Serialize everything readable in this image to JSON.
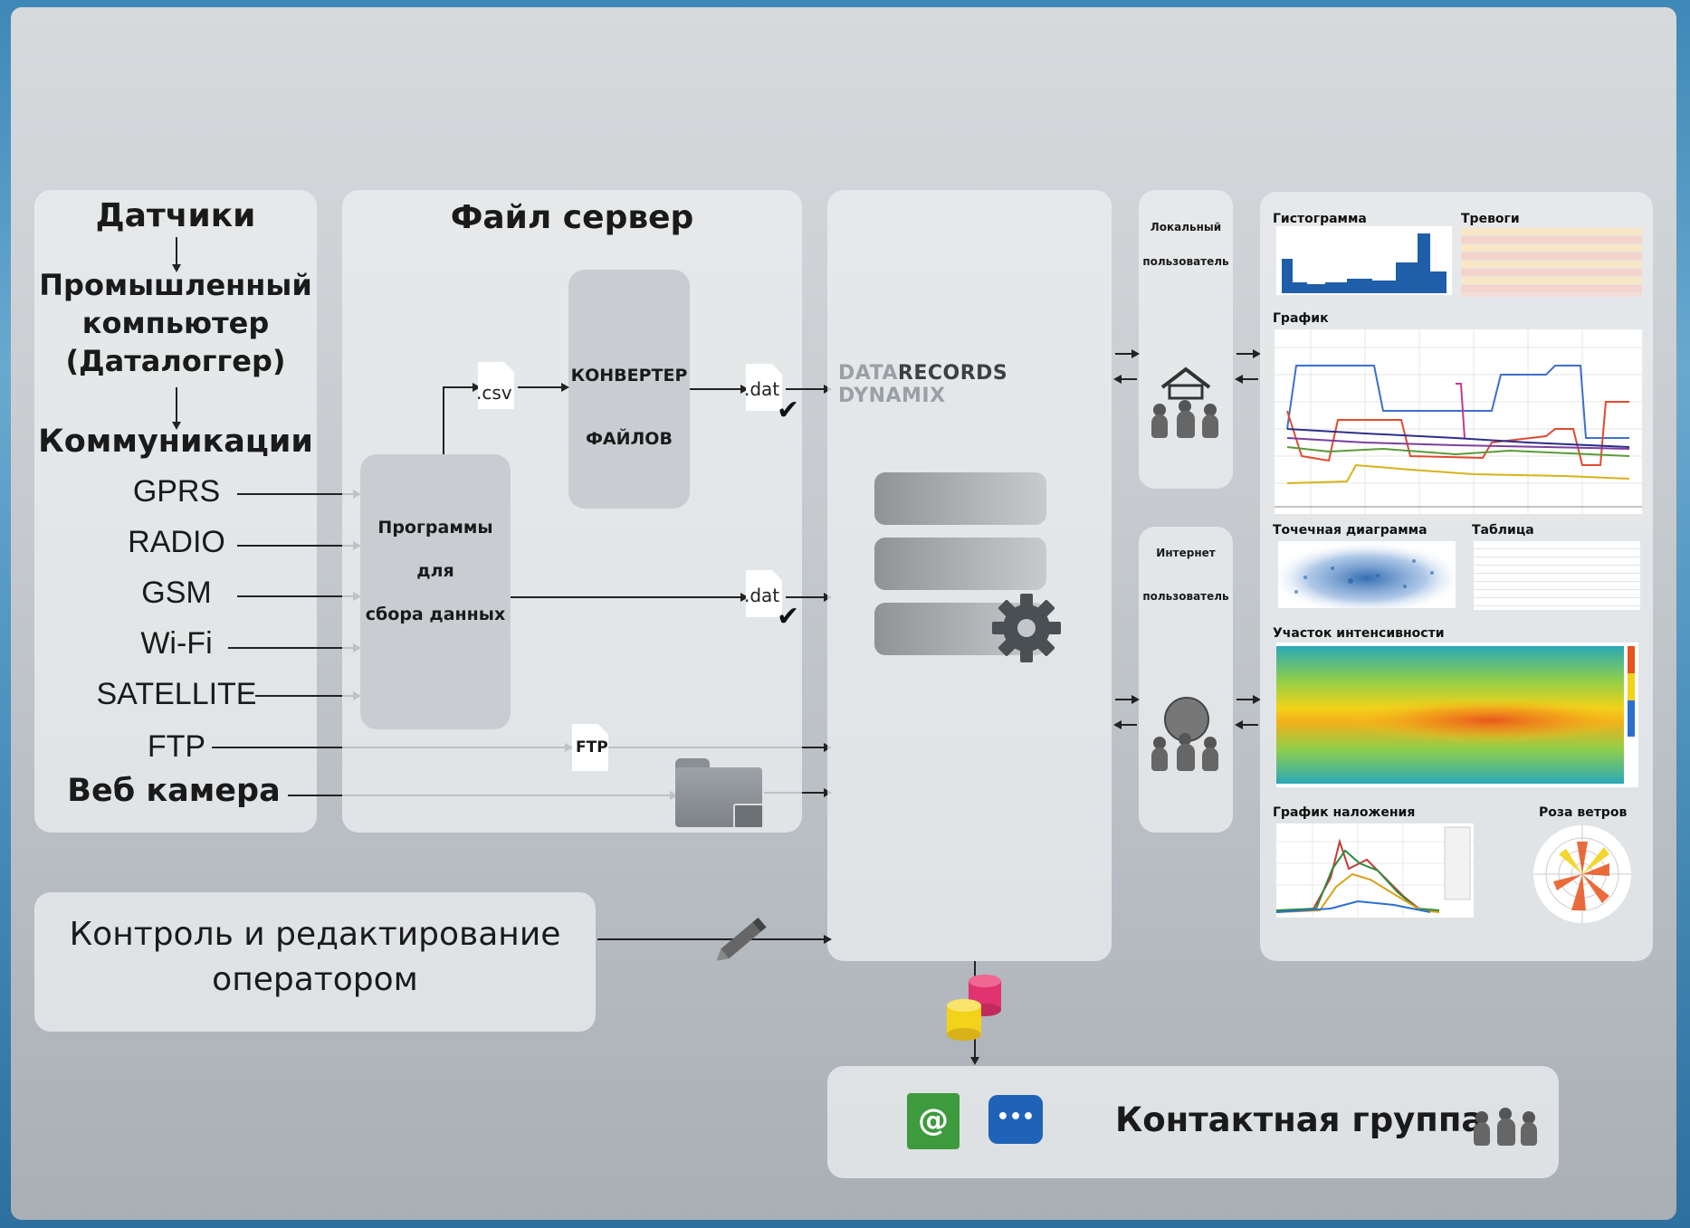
{
  "sensors_panel": {
    "title": "Датчики",
    "computer": [
      "Промышленный",
      "компьютер",
      "(Даталоггер)"
    ],
    "communications": "Коммуникации",
    "channels": [
      "GPRS",
      "RADIO",
      "GSM",
      "Wi-Fi",
      "SATELLITE",
      "FTP",
      "Веб камера"
    ]
  },
  "file_server": {
    "title": "Файл сервер",
    "converter": [
      "КОНВЕРТЕР",
      "ФАЙЛОВ"
    ],
    "programs": [
      "Программы",
      "для",
      "сбора данных"
    ],
    "csv_label": ".csv",
    "dat_label_1": ".dat",
    "dat_label_2": ".dat",
    "ftp_label": "FTP"
  },
  "core": {
    "brand_part1": "DATA",
    "brand_part2": "RECORDS",
    "brand_part3": " DYNAMIX",
    "gear_icon": "gear-icon"
  },
  "users": {
    "local": [
      "Локальный",
      "пользователь"
    ],
    "internet": [
      "Интернет",
      "пользователь"
    ]
  },
  "outputs": {
    "histogram": "Гистограмма",
    "alarms": "Тревоги",
    "chart": "График",
    "scatter": "Точечная диаграмма",
    "table": "Таблица",
    "intensity": "Участок интенсивности",
    "overlay": "График наложения",
    "wind_rose": "Роза ветров"
  },
  "operator": [
    "Контроль и редактирование",
    "оператором"
  ],
  "contact": {
    "title": "Контактная группа",
    "email_icon": "@",
    "chat_icon": "•••"
  },
  "colors": {
    "accent_blue": "#1f5ea8",
    "db_pink": "#e0336f",
    "db_yellow": "#f3d21a",
    "email_green": "#3d9a3d",
    "chat_blue": "#1f63b8"
  }
}
